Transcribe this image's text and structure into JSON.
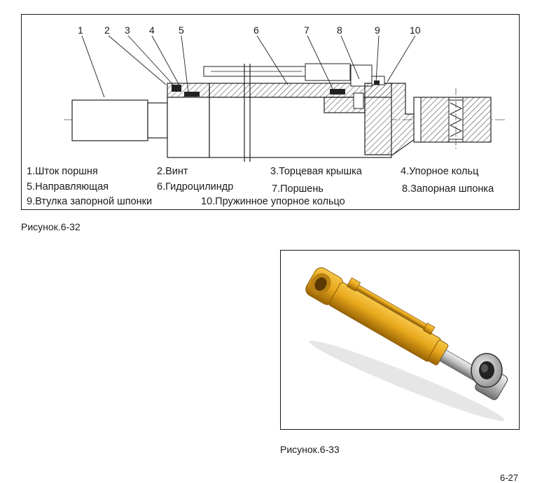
{
  "figure1": {
    "callouts": [
      "1",
      "2",
      "3",
      "4",
      "5",
      "6",
      "7",
      "8",
      "9",
      "10"
    ],
    "legend": [
      "1.Шток поршня",
      "2.Винт",
      "3.Торцевая крышка",
      "4.Упорное кольц",
      "5.Направляющая",
      "6.Гидроцилиндр",
      "7.Поршень",
      "8.Запорная шпонка",
      "9.Втулка запорной шпонки",
      "10.Пружинное упорное кольцо"
    ],
    "caption": "Рисунок.6-32"
  },
  "figure2": {
    "caption": "Рисунок.6-33",
    "colors": {
      "body": "#e8a81c",
      "body_dark": "#b87a0a",
      "rod": "#c9c9c9"
    }
  },
  "page_number": "6-27"
}
